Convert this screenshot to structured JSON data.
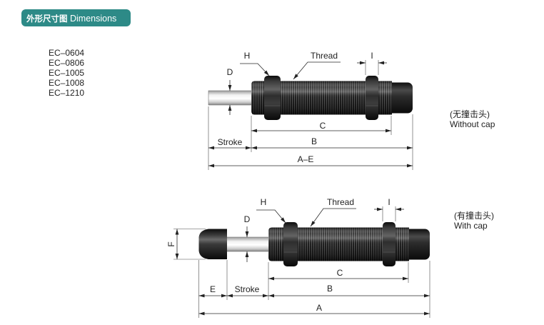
{
  "colors": {
    "accent": "#2d8a87"
  },
  "header": {
    "title_cn": "外形尺寸图",
    "title_en": "Dimensions"
  },
  "models": [
    "EC–0604",
    "EC–0806",
    "EC–1005",
    "EC–1008",
    "EC–1210"
  ],
  "without_cap": {
    "note_cn": "(无撞击头)",
    "note_en": "Without cap",
    "labels": {
      "h": "H",
      "thread": "Thread",
      "i": "I",
      "d": "D",
      "c": "C",
      "b": "B",
      "stroke": "Stroke",
      "total": "A–E"
    }
  },
  "with_cap": {
    "note_cn": "(有撞击头)",
    "note_en": "With cap",
    "labels": {
      "h": "H",
      "thread": "Thread",
      "i": "I",
      "d": "D",
      "f": "F",
      "c": "C",
      "e": "E",
      "stroke": "Stroke",
      "b": "B",
      "total": "A"
    }
  }
}
